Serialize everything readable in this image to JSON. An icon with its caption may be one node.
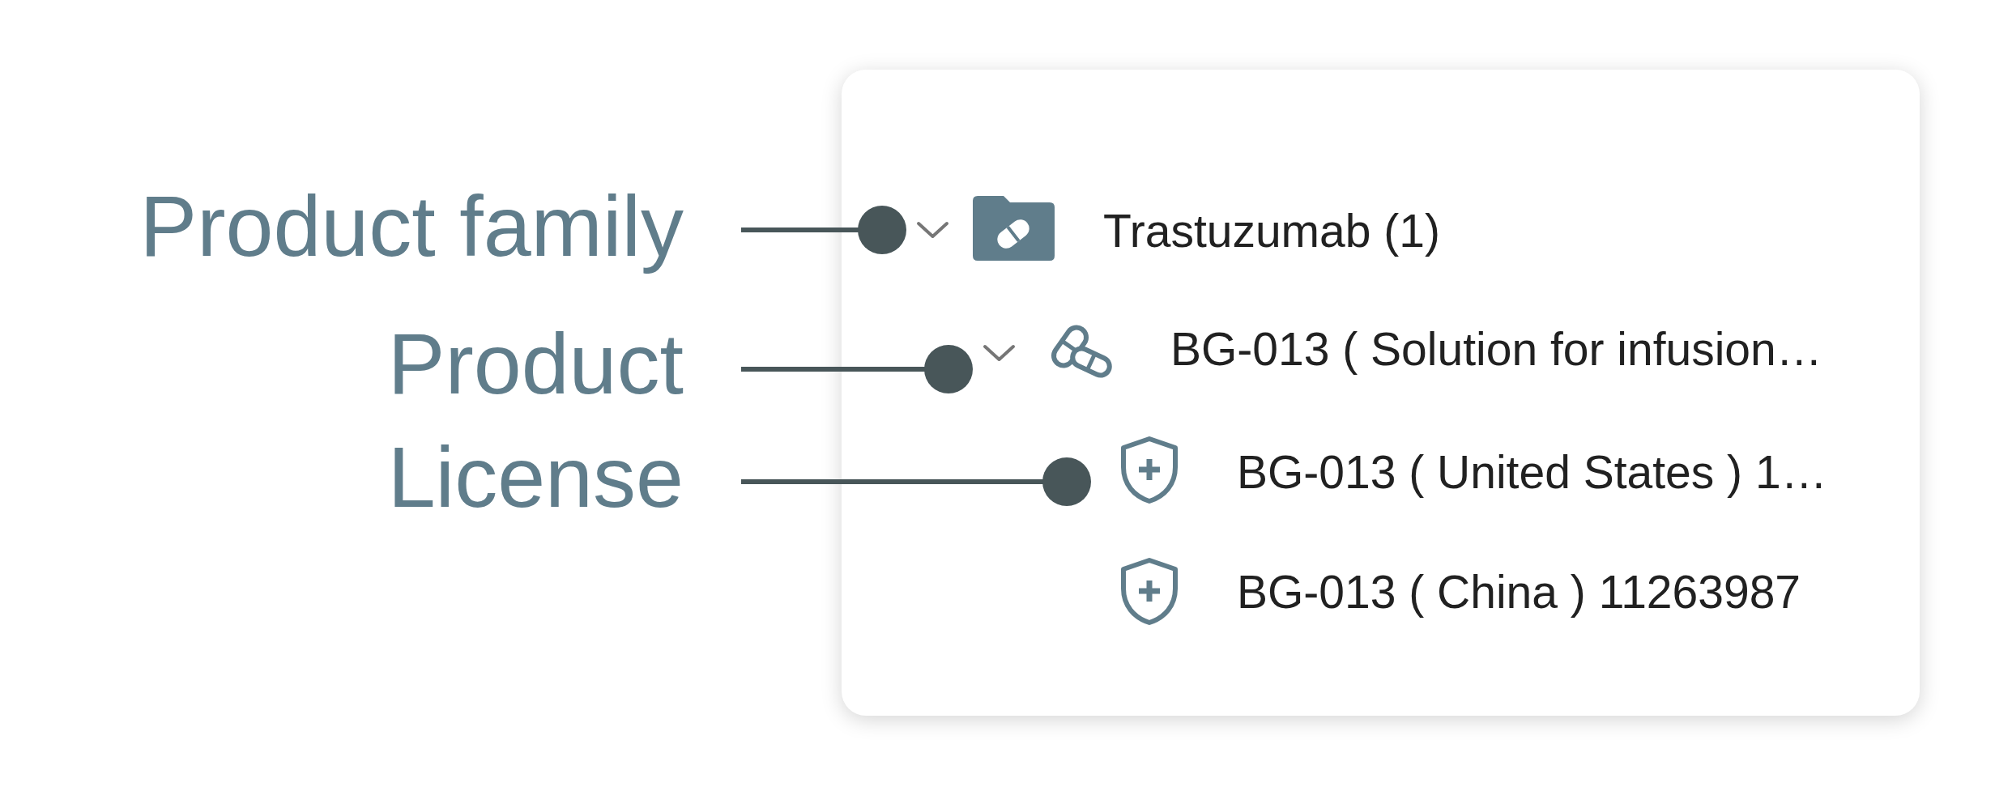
{
  "diagram": {
    "nodes": [
      {
        "text": [
          "Product family"
        ]
      },
      {
        "text": [
          "Product"
        ]
      },
      {
        "text": [
          "License"
        ]
      },
      {
        "text": [],
        "shape": "box"
      },
      {
        "text": [
          "Trastuzumab (1)"
        ],
        "in": 3
      },
      {
        "text": [
          "BG-013 ( Solution for infusion…"
        ],
        "in": 3
      },
      {
        "text": [
          "BG-013 ( United States ) 1…"
        ],
        "in": 3
      },
      {
        "text": [
          "BG-013 ( China ) 11263987"
        ],
        "in": 3
      }
    ],
    "edges": [
      {
        "from": 0,
        "to": 4,
        "arrow": "other"
      },
      {
        "from": 1,
        "to": 5,
        "arrow": "other"
      },
      {
        "from": 2,
        "to": 6,
        "arrow": "other"
      }
    ]
  }
}
